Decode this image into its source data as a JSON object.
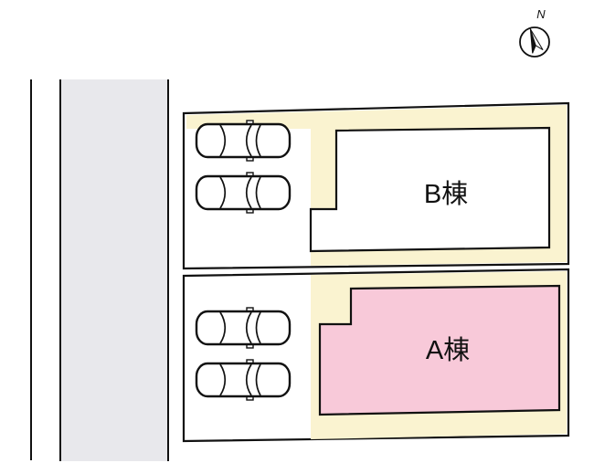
{
  "compass": {
    "label": "N"
  },
  "buildings": {
    "b": {
      "label": "B棟"
    },
    "a": {
      "label": "A棟"
    }
  },
  "colors": {
    "road": "#e8e8ec",
    "lot": "#faf3d0",
    "building_b": "#ffffff",
    "building_a": "#f8c9d9",
    "outline": "#111111",
    "background": "#ffffff"
  },
  "cars": {
    "count": 4
  }
}
